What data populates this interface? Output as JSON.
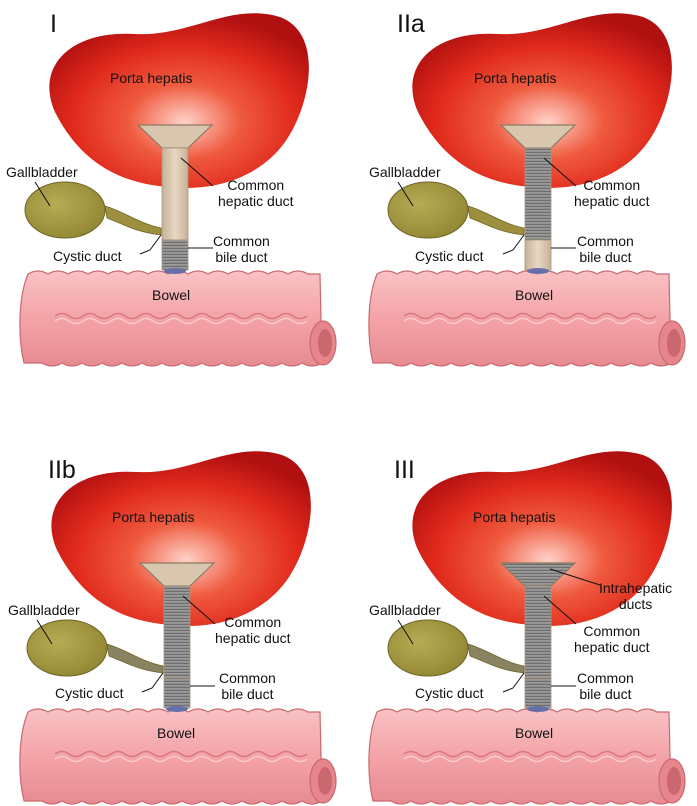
{
  "panels": [
    {
      "roman": "I",
      "labels": {
        "porta": "Porta hepatis",
        "gallbladder": "Gallbladder",
        "hepatic_duct": [
          "Common",
          "hepatic duct"
        ],
        "cystic_duct": "Cystic duct",
        "bile_duct": [
          "Common",
          "bile duct"
        ],
        "bowel": "Bowel"
      },
      "affected": [
        "cbd-lower-part"
      ]
    },
    {
      "roman": "IIa",
      "labels": {
        "porta": "Porta hepatis",
        "gallbladder": "Gallbladder",
        "hepatic_duct": [
          "Common",
          "hepatic duct"
        ],
        "cystic_duct": "Cystic duct",
        "bile_duct": [
          "Common",
          "bile duct"
        ],
        "bowel": "Bowel"
      },
      "affected": [
        "common-hepatic-duct"
      ]
    },
    {
      "roman": "IIb",
      "labels": {
        "porta": "Porta hepatis",
        "gallbladder": "Gallbladder",
        "hepatic_duct": [
          "Common",
          "hepatic duct"
        ],
        "cystic_duct": "Cystic duct",
        "bile_duct": [
          "Common",
          "bile duct"
        ],
        "bowel": "Bowel"
      },
      "affected": [
        "common-hepatic-duct",
        "common-bile-duct"
      ]
    },
    {
      "roman": "III",
      "labels": {
        "porta": "Porta hepatis",
        "gallbladder": "Gallbladder",
        "intrahepatic": [
          "Intrahepatic",
          "ducts"
        ],
        "hepatic_duct": [
          "Common",
          "hepatic duct"
        ],
        "cystic_duct": "Cystic duct",
        "bile_duct": [
          "Common",
          "bile duct"
        ],
        "bowel": "Bowel"
      },
      "affected": [
        "intrahepatic-ducts",
        "common-hepatic-duct",
        "common-bile-duct"
      ]
    }
  ],
  "colors": {
    "liver_center": "#ffd2c8",
    "liver_mid": "#e0291c",
    "liver_edge": "#b01010",
    "duct_patent": "#e8d7c3",
    "duct_atretic": "#8c8c8c",
    "gallbladder": "#8f8430",
    "bowel": "#f4a3a8",
    "bowel_dark": "#c9686f"
  }
}
